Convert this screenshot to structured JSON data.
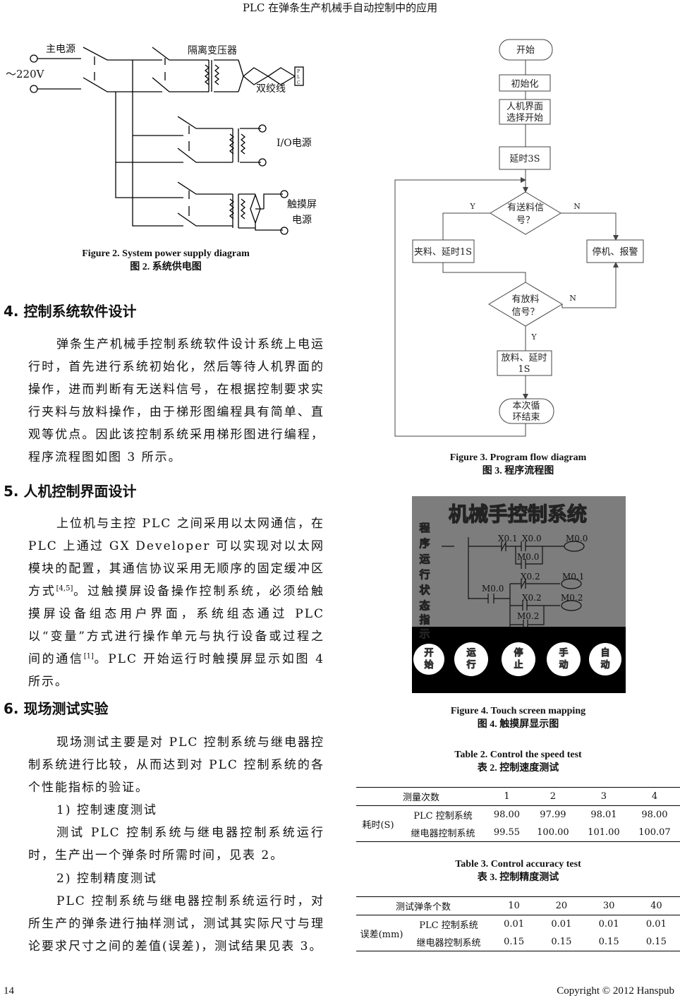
{
  "header": {
    "title": "PLC 在弹条生产机械手自动控制中的应用"
  },
  "figure2": {
    "main_power": "主电源",
    "voltage": "～220V",
    "isolation_transformer": "隔离变压器",
    "twisted_pair": "双绞线",
    "plc": [
      "P",
      "L",
      "C"
    ],
    "io_power": "I/O电源",
    "touch_power_1": "触摸屏",
    "touch_power_2": "电源",
    "caption_en": "Figure 2. System power supply diagram",
    "caption_cn": "图 2.  系统供电图"
  },
  "section4": {
    "heading": "4.  控制系统软件设计",
    "para": "弹条生产机械手控制系统软件设计系统上电运行时，首先进行系统初始化，然后等待人机界面的操作，进而判断有无送料信号，在根据控制要求实行夹料与放料操作，由于梯形图编程具有简单、直观等优点。因此该控制系统采用梯形图进行编程，程序流程图如图 3 所示。"
  },
  "section5": {
    "heading": "5.  人机控制界面设计",
    "para_a": "上位机与主控 PLC 之间采用以太网通信，在 PLC 上通过 GX Developer 可以实现对以太网模块的配置，其通信协议采用无顺序的固定缓冲区方式",
    "ref1": "[4,5]",
    "para_b": "。过触摸屏设备操作控制系统，必须给触摸屏设备组态用户界面，系统组态通过 PLC 以“变量”方式进行操作单元与执行设备或过程之间的通信",
    "ref2": "[1]",
    "para_c": "。PLC 开始运行时触摸屏显示如图 4 所示。"
  },
  "section6": {
    "heading": "6.  现场测试实验",
    "para": "现场测试主要是对 PLC 控制系统与继电器控制系统进行比较，从而达到对 PLC 控制系统的各个性能指标的验证。",
    "sub1": "1)  控制速度测试",
    "para1": "测试 PLC 控制系统与继电器控制系统运行时，生产出一个弹条时所需时间，见表 2。",
    "sub2": "2)  控制精度测试",
    "para2": "PLC 控制系统与继电器控制系统运行时，对所生产的弹条进行抽样测试，测试其实际尺寸与理论要求尺寸之间的差值(误差)，测试结果见表 3。"
  },
  "figure3": {
    "start": "开始",
    "init": "初始化",
    "hmi_1": "人机界面",
    "hmi_2": "选择开始",
    "delay3": "延时3S",
    "feed_q1": "有送料信",
    "feed_q2": "号？",
    "clamp": "夹料、延时1S",
    "stop": "停机、报警",
    "release_q1": "有放料",
    "release_q2": "信号？",
    "release_1": "放料、延时",
    "release_2": "1S",
    "end_1": "本次循",
    "end_2": "环结束",
    "yes": "Y",
    "no": "N",
    "caption_en": "Figure 3. Program flow diagram",
    "caption_cn": "图 3.  程序流程图"
  },
  "figure4": {
    "title": "机械手控制系统",
    "side_label": [
      "程",
      "序",
      "运",
      "行",
      "状",
      "态",
      "指",
      "示"
    ],
    "ladder": {
      "x01": "X0.1",
      "x00": "X0.0",
      "m00_coil": "M0.0",
      "m00_a": "M0.0",
      "m00_b": "M0.0",
      "x02_a": "X0.2",
      "m01": "M0.1",
      "x02_b": "X0.2",
      "m02_coil": "M0.2",
      "m02": "M0.2"
    },
    "buttons": [
      {
        "l1": "开",
        "l2": "始"
      },
      {
        "l1": "运",
        "l2": "行"
      },
      {
        "l1": "停",
        "l2": "止"
      },
      {
        "l1": "手",
        "l2": "动"
      },
      {
        "l1": "自",
        "l2": "动"
      }
    ],
    "caption_en": "Figure 4. Touch screen mapping",
    "caption_cn": "图 4.  触摸屏显示图"
  },
  "table2": {
    "caption_en": "Table 2. Control the speed test",
    "caption_cn": "表 2.  控制速度测试",
    "header": "测量次数",
    "cols": [
      "1",
      "2",
      "3",
      "4"
    ],
    "group": "耗时(S)",
    "rows": [
      {
        "label": "PLC 控制系统",
        "values": [
          "98.00",
          "97.99",
          "98.01",
          "98.00"
        ]
      },
      {
        "label": "继电器控制系统",
        "values": [
          "99.55",
          "100.00",
          "101.00",
          "100.07"
        ]
      }
    ]
  },
  "table3": {
    "caption_en": "Table 3. Control accuracy test",
    "caption_cn": "表 3.  控制精度测试",
    "header": "测试弹条个数",
    "cols": [
      "10",
      "20",
      "30",
      "40"
    ],
    "group": "误差(mm)",
    "rows": [
      {
        "label": "PLC 控制系统",
        "values": [
          "0.01",
          "0.01",
          "0.01",
          "0.01"
        ]
      },
      {
        "label": "继电器控制系统",
        "values": [
          "0.15",
          "0.15",
          "0.15",
          "0.15"
        ]
      }
    ]
  },
  "footer": {
    "page": "14",
    "copyright": "Copyright © 2012 Hanspub"
  }
}
